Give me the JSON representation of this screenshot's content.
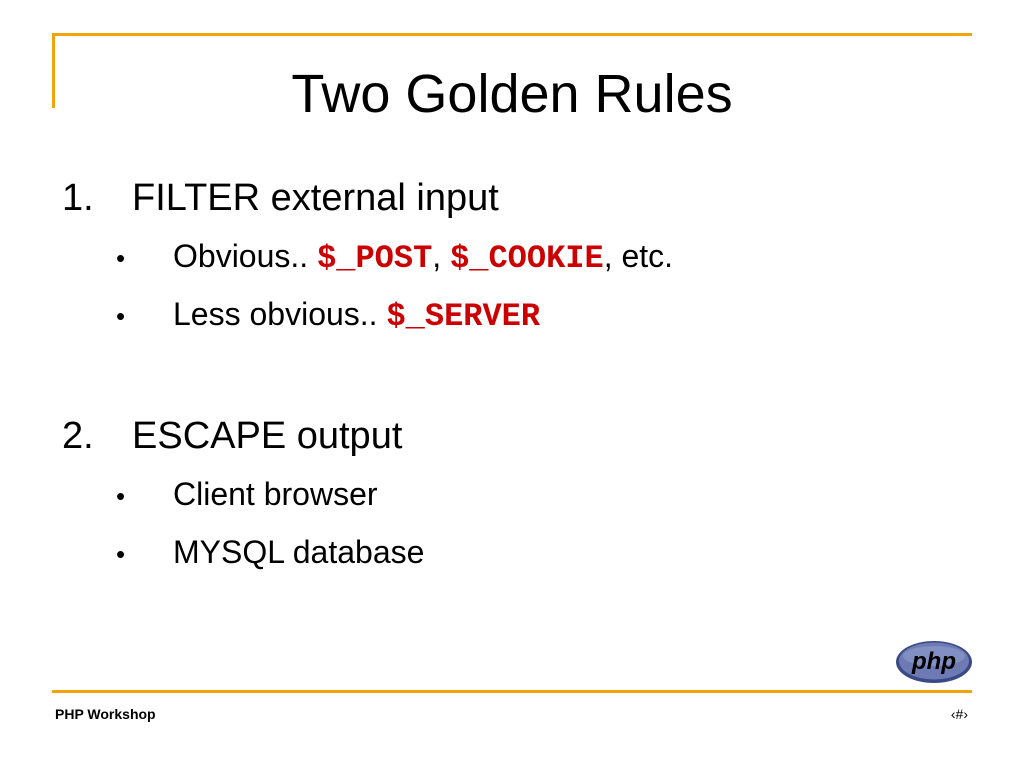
{
  "slide": {
    "title": "Two Golden Rules",
    "items": [
      {
        "number": "1.",
        "text": "FILTER external input",
        "subitems": [
          {
            "bullet": "•",
            "text_before": "Obvious.. ",
            "code1": "$_POST",
            "sep": ", ",
            "code2": "$_COOKIE",
            "text_after": ", etc."
          },
          {
            "bullet": "•",
            "text_before": "Less obvious.. ",
            "code1": "$_SERVER"
          }
        ]
      },
      {
        "number": "2.",
        "text": "ESCAPE output",
        "subitems": [
          {
            "bullet": "•",
            "text": "Client browser"
          },
          {
            "bullet": "•",
            "text": "MYSQL database"
          }
        ]
      }
    ]
  },
  "logo": {
    "text": "php",
    "icon": "php-logo-icon"
  },
  "footer": {
    "left": "PHP Workshop",
    "right": "‹#›"
  },
  "colors": {
    "accent": "#f0a30a",
    "code": "#cc0000",
    "logo_fill": "#6d7ab3"
  }
}
